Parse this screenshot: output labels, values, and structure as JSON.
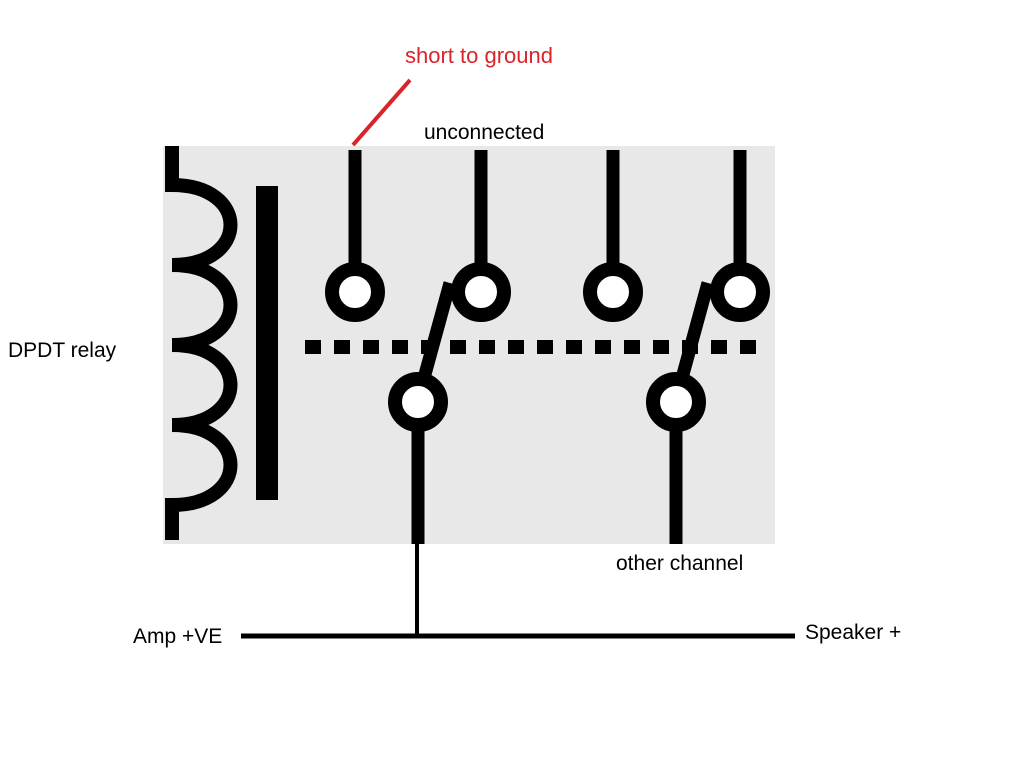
{
  "labels": {
    "short_to_ground": "short to ground",
    "unconnected": "unconnected",
    "relay": "DPDT relay",
    "other_channel": "other channel",
    "amp": "Amp +VE",
    "speaker": "Speaker +"
  },
  "colors": {
    "relay_background": "#e8e8e8",
    "symbol": "#000000",
    "annotation": "#d9242b"
  }
}
